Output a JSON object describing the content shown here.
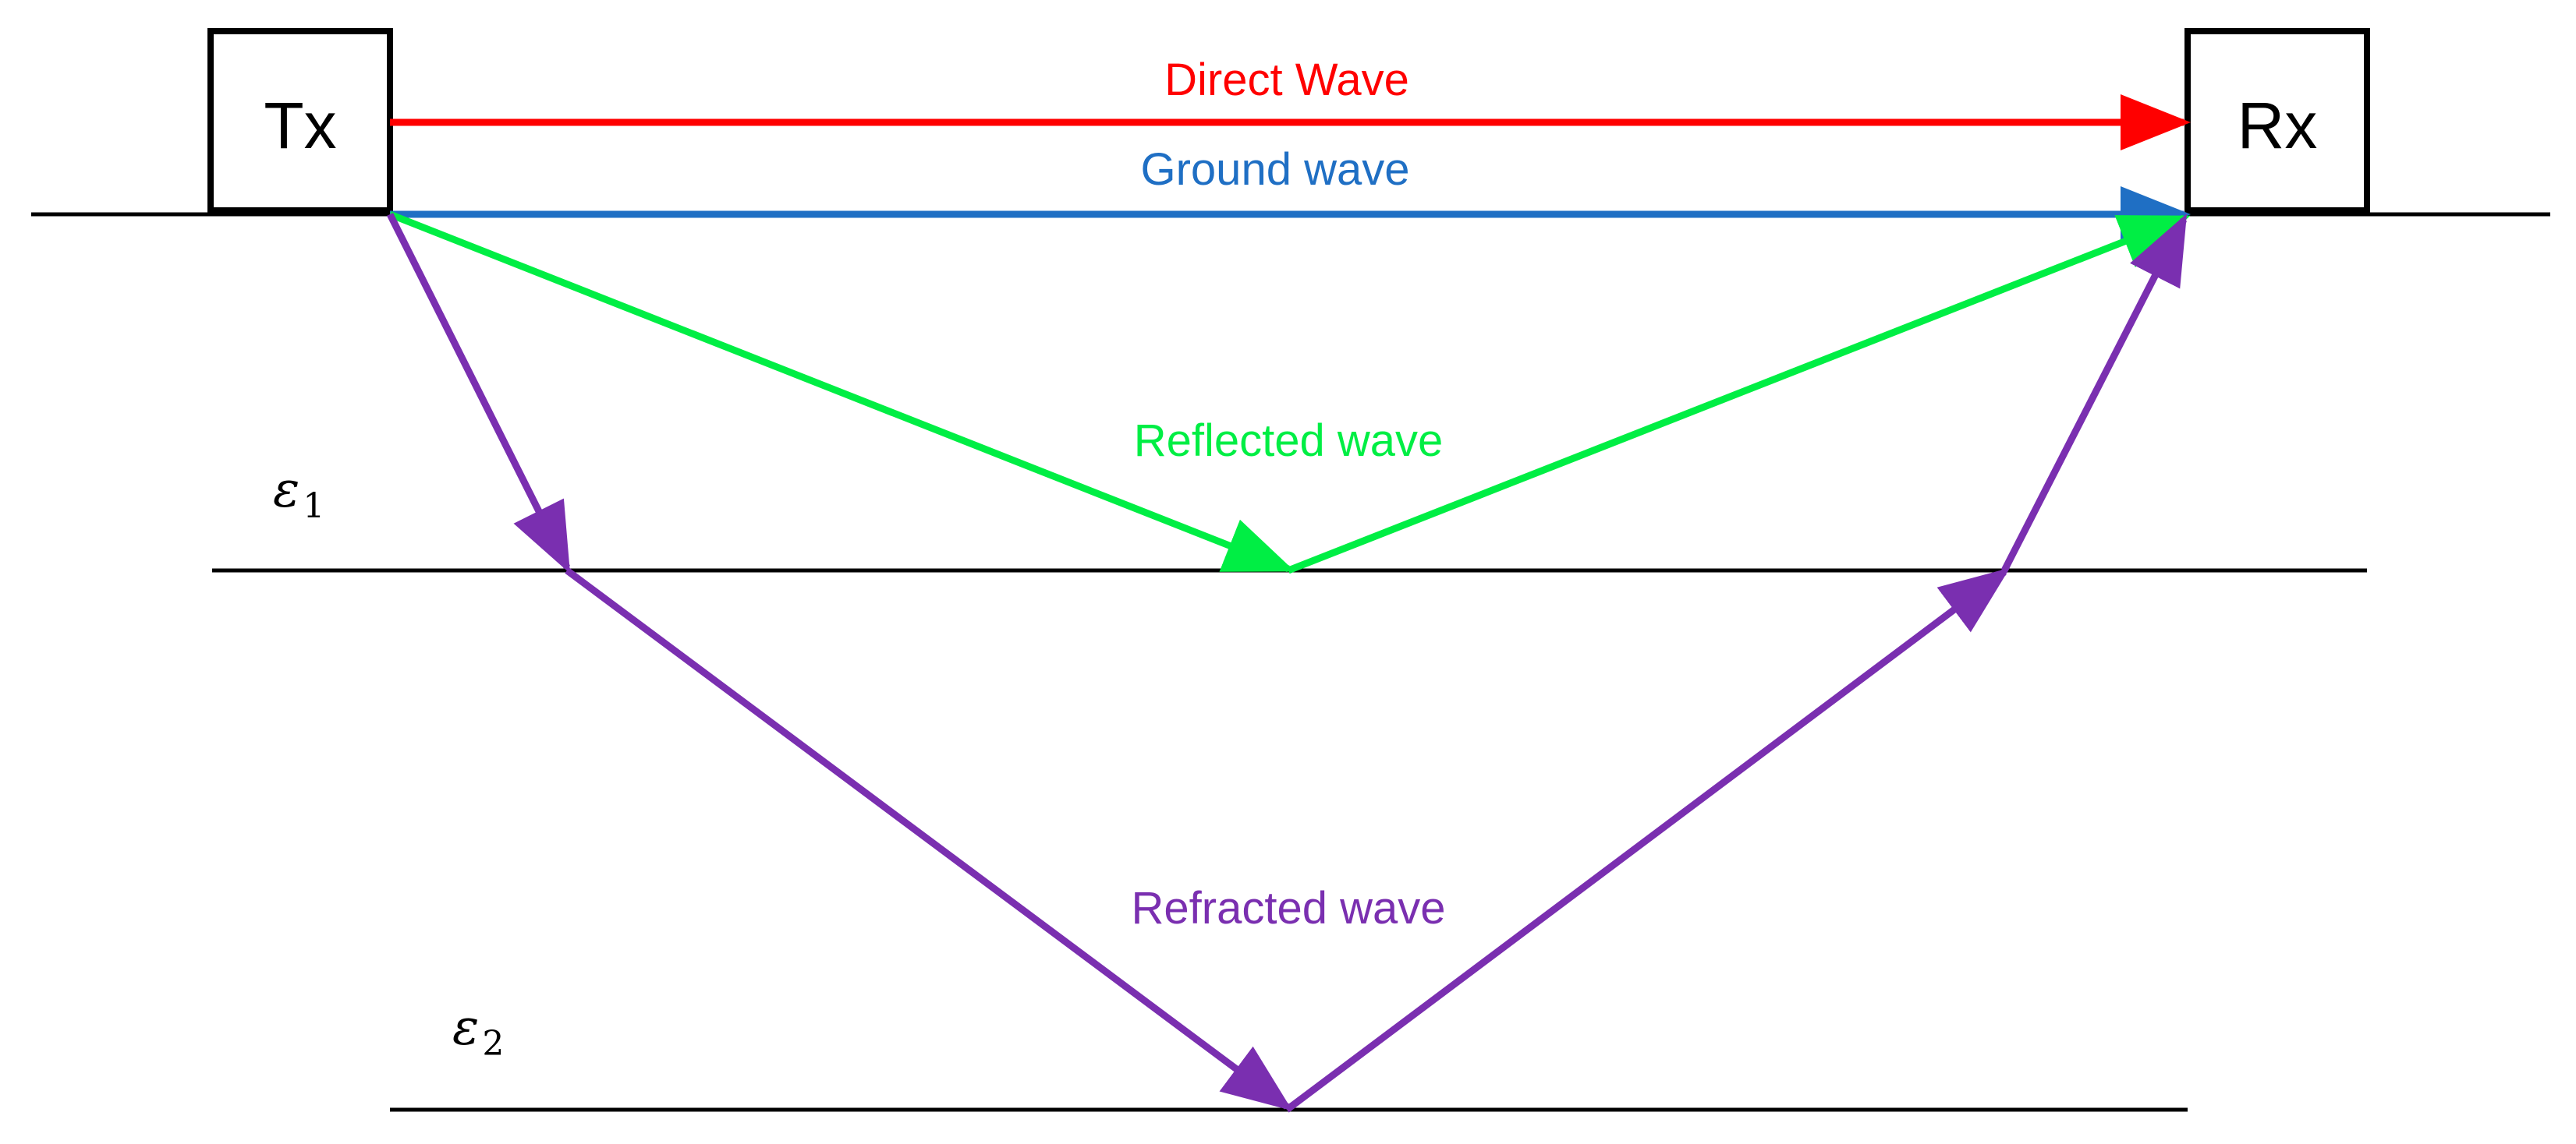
{
  "colors": {
    "direct": "#ff0000",
    "ground": "#1f6fc4",
    "reflected": "#00ee44",
    "refracted": "#7a2fb0",
    "line": "#000000"
  },
  "transmitter": {
    "label": "Tx"
  },
  "receiver": {
    "label": "Rx"
  },
  "waves": {
    "direct": "Direct Wave",
    "ground": "Ground wave",
    "reflected": "Reflected wave",
    "refracted": "Refracted wave"
  },
  "layers": {
    "eps1": {
      "symbol": "ε",
      "subscript": "1"
    },
    "eps2": {
      "symbol": "ε",
      "subscript": "2"
    }
  }
}
